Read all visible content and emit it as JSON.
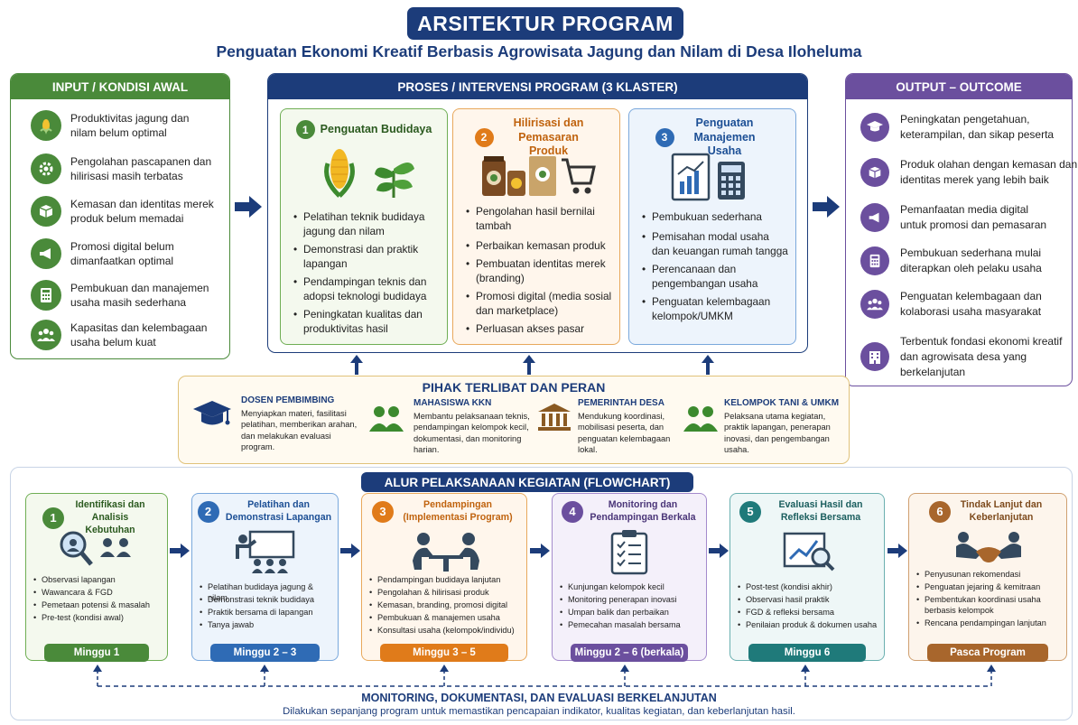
{
  "header": {
    "title": "ARSITEKTUR PROGRAM",
    "subtitle": "Penguatan Ekonomi Kreatif Berbasis Agrowisata Jagung dan Nilam di Desa Iloheluma"
  },
  "colors": {
    "navy": "#1c3c7a",
    "green": "#4a8a3a",
    "purple": "#6b4f9e",
    "orange": "#e07b1a",
    "blue": "#2f6bb5",
    "teal": "#1f7a7a",
    "brown": "#a8662c"
  },
  "input": {
    "heading": "INPUT / KONDISI AWAL",
    "items": [
      {
        "icon": "corn-icon",
        "text": "Produktivitas jagung dan nilam belum optimal"
      },
      {
        "icon": "gear-icon",
        "text": "Pengolahan pascapanen dan hilirisasi masih terbatas"
      },
      {
        "icon": "box-icon",
        "text": "Kemasan dan identitas merek produk belum memadai"
      },
      {
        "icon": "megaphone-icon",
        "text": "Promosi digital belum dimanfaatkan optimal"
      },
      {
        "icon": "calculator-icon",
        "text": "Pembukuan dan manajemen usaha masih sederhana"
      },
      {
        "icon": "group-icon",
        "text": "Kapasitas dan kelembagaan usaha belum kuat"
      }
    ]
  },
  "proses": {
    "heading": "PROSES / INTERVENSI PROGRAM (3 KLASTER)",
    "clusters": [
      {
        "num": "1",
        "title": "Penguatan Budidaya",
        "bullets": [
          "Pelatihan teknik budidaya jagung dan nilam",
          "Demonstrasi dan praktik lapangan",
          "Pendampingan teknis dan adopsi teknologi budidaya",
          "Peningkatan kualitas dan produktivitas hasil"
        ]
      },
      {
        "num": "2",
        "title": "Hilirisasi dan Pemasaran Produk",
        "bullets": [
          "Pengolahan hasil bernilai tambah",
          "Perbaikan kemasan produk",
          "Pembuatan identitas merek (branding)",
          "Promosi digital (media sosial dan marketplace)",
          "Perluasan akses pasar"
        ]
      },
      {
        "num": "3",
        "title": "Penguatan Manajemen Usaha",
        "bullets": [
          "Pembukuan sederhana",
          "Pemisahan modal usaha dan keuangan rumah tangga",
          "Perencanaan dan pengembangan usaha",
          "Penguatan kelembagaan kelompok/UMKM"
        ]
      }
    ]
  },
  "output": {
    "heading": "OUTPUT – OUTCOME",
    "items": [
      {
        "icon": "graduation-icon",
        "text": "Peningkatan pengetahuan, keterampilan, dan sikap peserta"
      },
      {
        "icon": "box-icon",
        "text": "Produk olahan dengan kemasan dan identitas merek yang lebih baik"
      },
      {
        "icon": "megaphone-icon",
        "text": "Pemanfaatan media digital untuk promosi dan pemasaran"
      },
      {
        "icon": "calculator-icon",
        "text": "Pembukuan sederhana mulai diterapkan oleh pelaku usaha"
      },
      {
        "icon": "group-icon",
        "text": "Penguatan kelembagaan dan kolaborasi usaha masyarakat"
      },
      {
        "icon": "building-icon",
        "text": "Terbentuk fondasi ekonomi kreatif dan agrowisata desa yang berkelanjutan"
      }
    ]
  },
  "pihak": {
    "heading": "PIHAK TERLIBAT DAN PERAN",
    "roles": [
      {
        "icon": "graduation-icon",
        "name": "DOSEN PEMBIMBING",
        "desc": "Menyiapkan materi, fasilitasi pelatihan, memberikan arahan, dan melakukan evaluasi program."
      },
      {
        "icon": "group-icon",
        "name": "MAHASISWA KKN",
        "desc": "Membantu pelaksanaan teknis, pendampingan kelompok kecil, dokumentasi, dan monitoring harian."
      },
      {
        "icon": "government-icon",
        "name": "PEMERINTAH DESA",
        "desc": "Mendukung koordinasi, mobilisasi peserta, dan penguatan kelembagaan lokal."
      },
      {
        "icon": "group-icon",
        "name": "KELOMPOK TANI & UMKM",
        "desc": "Pelaksana utama kegiatan, praktik lapangan, penerapan inovasi, dan pengembangan usaha."
      }
    ]
  },
  "flow": {
    "heading": "ALUR PELAKSANAAN KEGIATAN (FLOWCHART)",
    "steps": [
      {
        "num": "1",
        "title": "Identifikasi dan Analisis Kebutuhan",
        "bullets": [
          "Observasi lapangan",
          "Wawancara & FGD",
          "Pemetaan potensi & masalah",
          "Pre-test (kondisi awal)"
        ],
        "week": "Minggu 1"
      },
      {
        "num": "2",
        "title": "Pelatihan dan Demonstrasi Lapangan",
        "bullets": [
          "Pelatihan budidaya jagung & nilam",
          "Demonstrasi teknik budidaya",
          "Praktik bersama di lapangan",
          "Tanya jawab"
        ],
        "week": "Minggu 2 – 3"
      },
      {
        "num": "3",
        "title": "Pendampingan (Implementasi Program)",
        "bullets": [
          "Pendampingan budidaya lanjutan",
          "Pengolahan & hilirisasi produk",
          "Kemasan, branding, promosi digital",
          "Pembukuan & manajemen usaha",
          "Konsultasi usaha (kelompok/individu)"
        ],
        "week": "Minggu 3 – 5"
      },
      {
        "num": "4",
        "title": "Monitoring dan Pendampingan Berkala",
        "bullets": [
          "Kunjungan kelompok kecil",
          "Monitoring penerapan inovasi",
          "Umpan balik dan perbaikan",
          "Pemecahan masalah bersama"
        ],
        "week": "Minggu 2 – 6 (berkala)"
      },
      {
        "num": "5",
        "title": "Evaluasi Hasil dan Refleksi Bersama",
        "bullets": [
          "Post-test (kondisi akhir)",
          "Observasi hasil praktik",
          "FGD & refleksi bersama",
          "Penilaian produk & dokumen usaha"
        ],
        "week": "Minggu 6"
      },
      {
        "num": "6",
        "title": "Tindak Lanjut dan Keberlanjutan",
        "bullets": [
          "Penyusunan rekomendasi",
          "Penguatan jejaring & kemitraan",
          "Pembentukan koordinasi usaha berbasis kelompok",
          "Rencana pendampingan lanjutan"
        ],
        "week": "Pasca Program"
      }
    ]
  },
  "footer": {
    "heading": "MONITORING, DOKUMENTASI, DAN EVALUASI BERKELANJUTAN",
    "text": "Dilakukan sepanjang program untuk memastikan pencapaian indikator, kualitas kegiatan, dan keberlanjutan hasil."
  }
}
